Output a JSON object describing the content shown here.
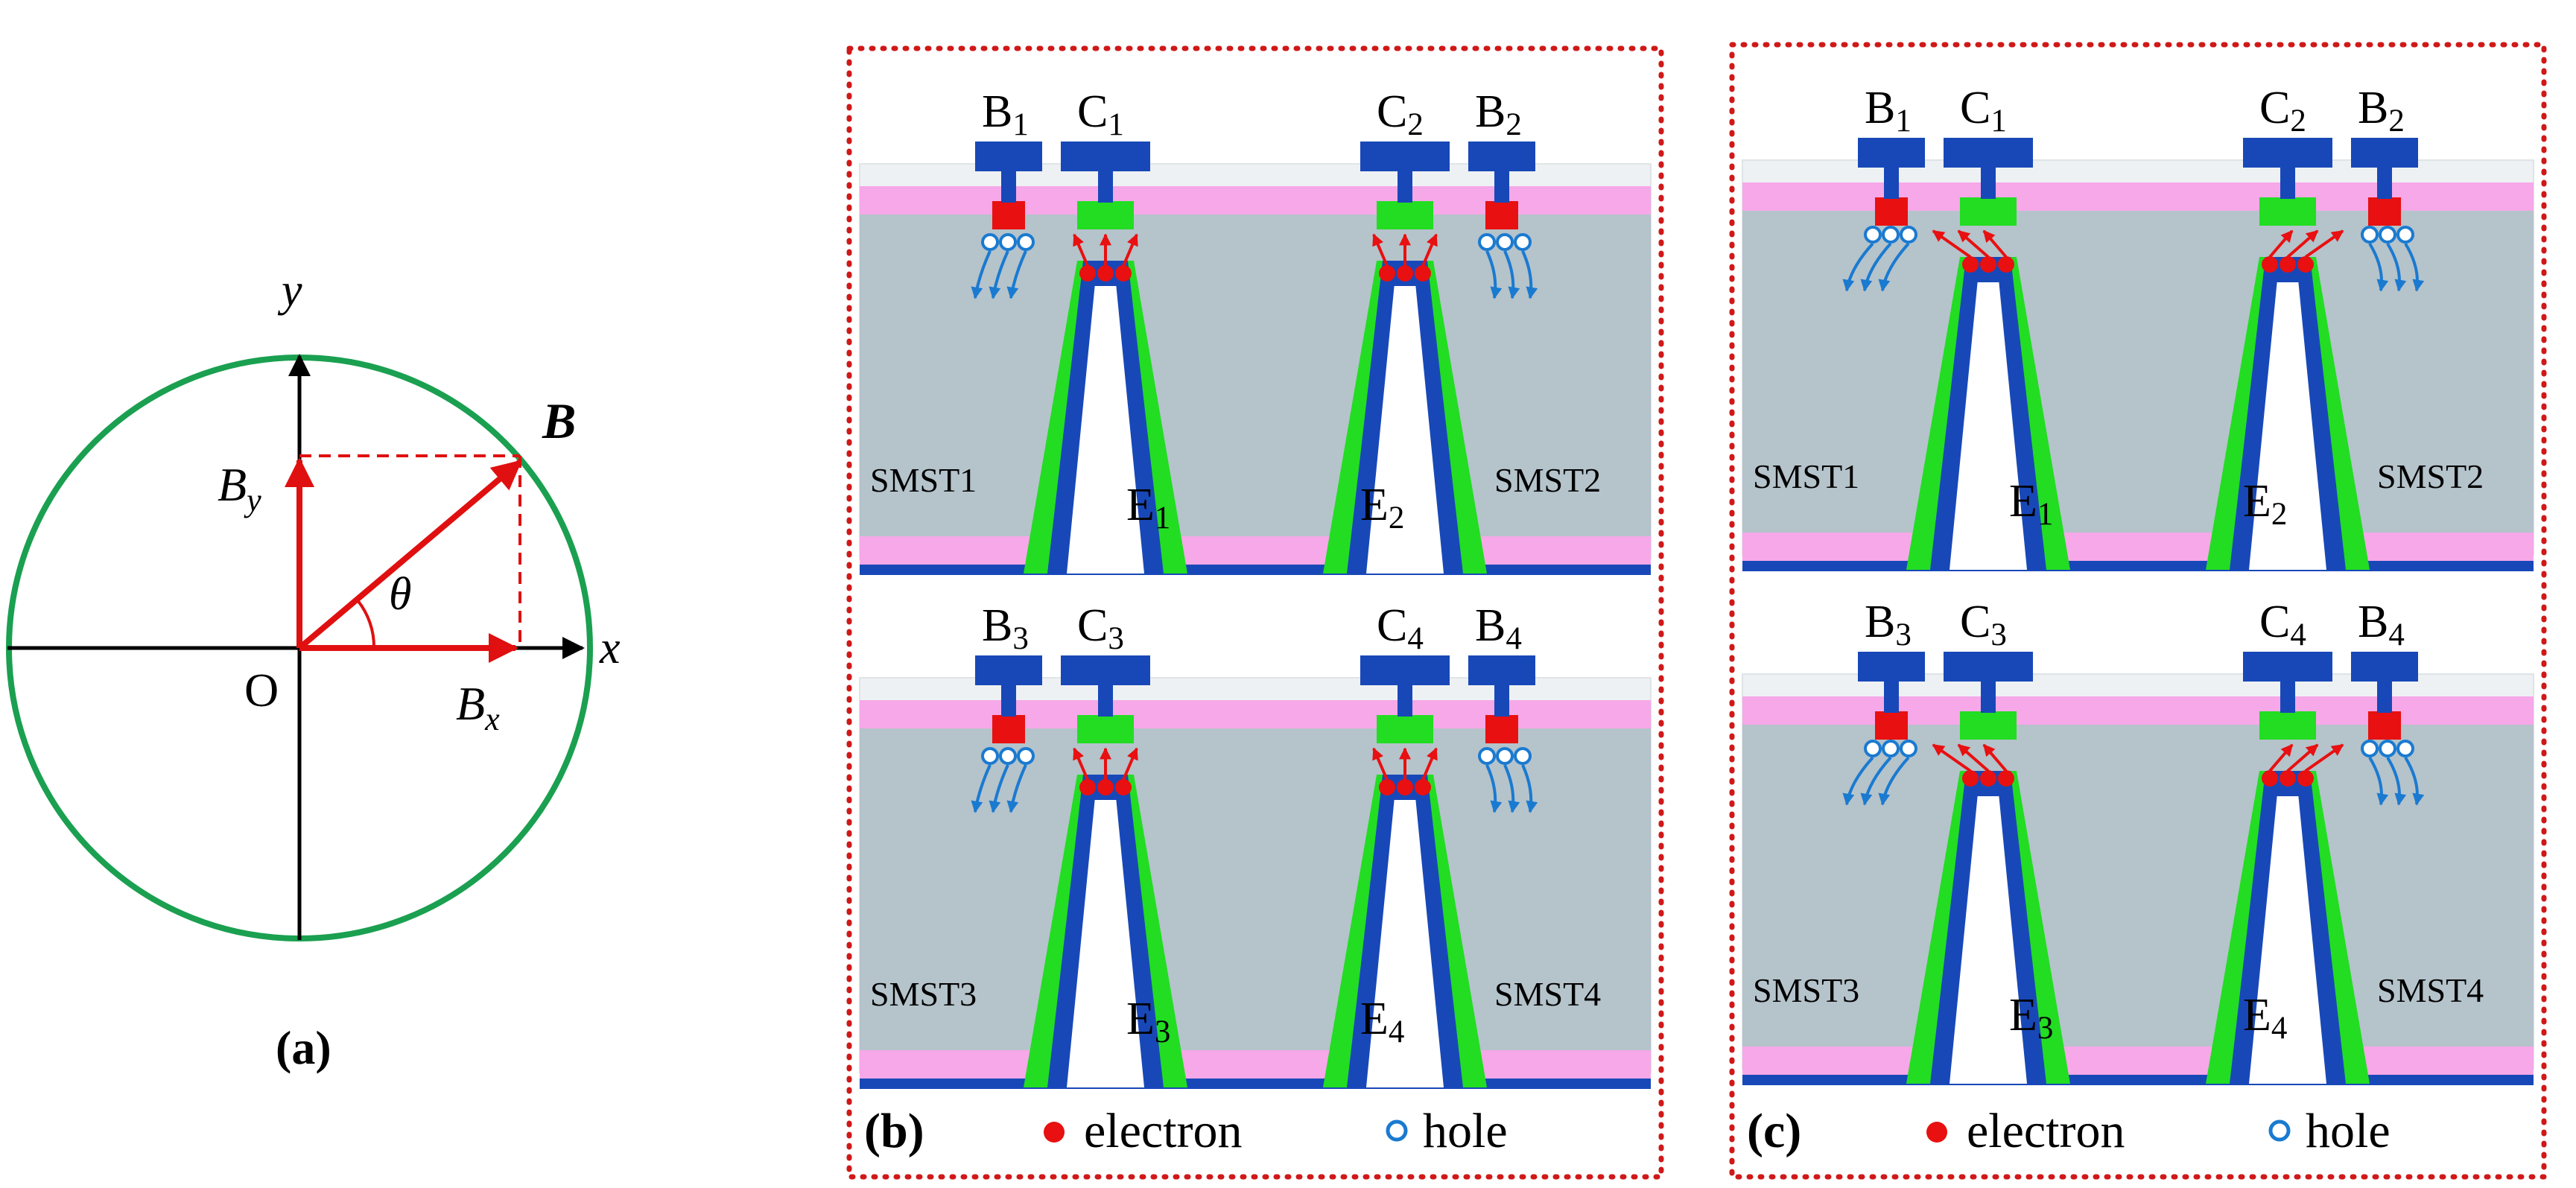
{
  "panel_a": {
    "label_a": "(a)",
    "axis_x": "x",
    "axis_y": "y",
    "origin": "O",
    "vector": "B",
    "component_x": {
      "base": "B",
      "sub": "x"
    },
    "component_y": {
      "base": "B",
      "sub": "y"
    },
    "angle": "θ"
  },
  "panel_b": {
    "label": "(b)",
    "legend_electron": "electron",
    "legend_hole": "hole",
    "devices": [
      {
        "sensor": "SMST1",
        "base_l": "1",
        "coll_l": "1",
        "emit_l": "1",
        "emit_r": "2",
        "coll_r": "2",
        "base_r": "2",
        "sensor_r": "SMST2"
      },
      {
        "sensor": "SMST3",
        "base_l": "3",
        "coll_l": "3",
        "emit_l": "3",
        "emit_r": "4",
        "coll_r": "4",
        "base_r": "4",
        "sensor_r": "SMST4"
      }
    ]
  },
  "panel_c": {
    "label": "(c)",
    "legend_electron": "electron",
    "legend_hole": "hole",
    "devices": [
      {
        "sensor": "SMST1",
        "base_l": "1",
        "coll_l": "1",
        "emit_l": "1",
        "emit_r": "2",
        "coll_r": "2",
        "base_r": "2",
        "sensor_r": "SMST2"
      },
      {
        "sensor": "SMST3",
        "base_l": "3",
        "coll_l": "3",
        "emit_l": "3",
        "emit_r": "4",
        "coll_r": "4",
        "base_r": "4",
        "sensor_r": "SMST4"
      }
    ]
  },
  "letters": {
    "base": "B",
    "collector": "C",
    "emitter": "E"
  },
  "colors": {
    "circle": "#1aa050",
    "vector": "#e01010",
    "substrate": "#b5c3cb",
    "oxide": "#f6a8e8",
    "metal": "#1848b8",
    "emitter_wall": "#22dd22",
    "electron": "#e81010",
    "hole": "#1a7ad0",
    "border": "#d01818"
  }
}
